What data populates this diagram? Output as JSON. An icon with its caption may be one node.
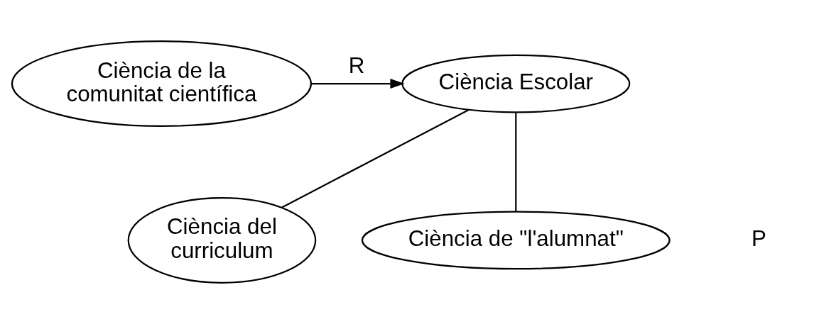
{
  "diagram": {
    "nodes": [
      {
        "text": [
          "Ciència Escolar"
        ]
      },
      {
        "text": [
          "Ciència de la comunitat científica"
        ]
      },
      {
        "text": [
          "Ciència del curriculum"
        ]
      },
      {
        "text": [
          "Ciència de \"l'alumnat\""
        ]
      }
    ],
    "edges": [
      {
        "from": 1,
        "to": 0,
        "arrow": "to",
        "label": "R"
      },
      {
        "from": 0,
        "to": 2,
        "arrow": "none"
      },
      {
        "from": 0,
        "to": 3,
        "arrow": "none"
      }
    ],
    "labels": [
      "P"
    ]
  }
}
